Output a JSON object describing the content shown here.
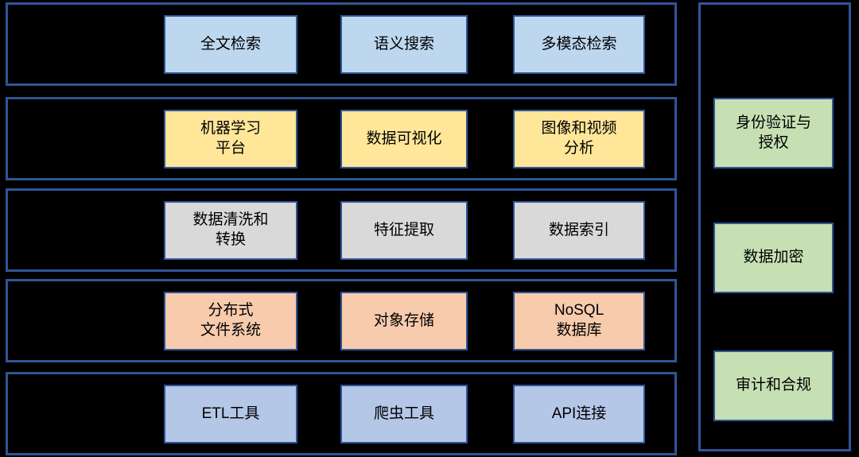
{
  "diagram": {
    "layers": [
      {
        "row": "1",
        "fill": "#BDD7EE",
        "boxes": [
          {
            "label": "全文检索"
          },
          {
            "label": "语义搜索"
          },
          {
            "label": "多模态检索"
          }
        ]
      },
      {
        "row": "2",
        "fill": "#FFE699",
        "boxes": [
          {
            "label": "机器学习\n平台"
          },
          {
            "label": "数据可视化"
          },
          {
            "label": "图像和视频\n分析"
          }
        ]
      },
      {
        "row": "3",
        "fill": "#D9D9D9",
        "boxes": [
          {
            "label": "数据清洗和\n转换"
          },
          {
            "label": "特征提取"
          },
          {
            "label": "数据索引"
          }
        ]
      },
      {
        "row": "4",
        "fill": "#F8CBAD",
        "boxes": [
          {
            "label": "分布式\n文件系统"
          },
          {
            "label": "对象存储"
          },
          {
            "label": "NoSQL\n数据库"
          }
        ]
      },
      {
        "row": "5",
        "fill": "#B4C7E7",
        "boxes": [
          {
            "label": "ETL工具"
          },
          {
            "label": "爬虫工具"
          },
          {
            "label": "API连接"
          }
        ]
      }
    ],
    "side_panel": {
      "fill": "#C6E0B4",
      "boxes": [
        {
          "label": "身份验证与\n授权"
        },
        {
          "label": "数据加密"
        },
        {
          "label": "审计和合规"
        }
      ]
    },
    "colors": {
      "background": "#000000",
      "container_border": "#2F5597",
      "box_border": "#2F5597",
      "text": "#000000"
    }
  }
}
